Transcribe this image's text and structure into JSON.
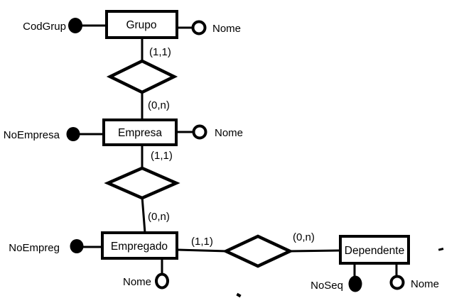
{
  "colors": {
    "ink": "#000000",
    "background": "#ffffff"
  },
  "er": {
    "entities": {
      "grupo": "Grupo",
      "empresa": "Empresa",
      "empregado": "Empregado",
      "dependente": "Dependente"
    },
    "attributes": {
      "codgrup": "CodGrup",
      "nome_grupo": "Nome",
      "noempresa": "NoEmpresa",
      "nome_empresa": "Nome",
      "noempreg": "NoEmpreg",
      "nome_empregado": "Nome",
      "noseq": "NoSeq",
      "nome_dependente": "Nome"
    },
    "cardinalities": {
      "grupo_rel1": "(1,1)",
      "rel1_empresa": "(0,n)",
      "empresa_rel2": "(1,1)",
      "rel2_empregado": "(0,n)",
      "empregado_rel3": "(1,1)",
      "rel3_dependente": "(0,n)"
    }
  }
}
